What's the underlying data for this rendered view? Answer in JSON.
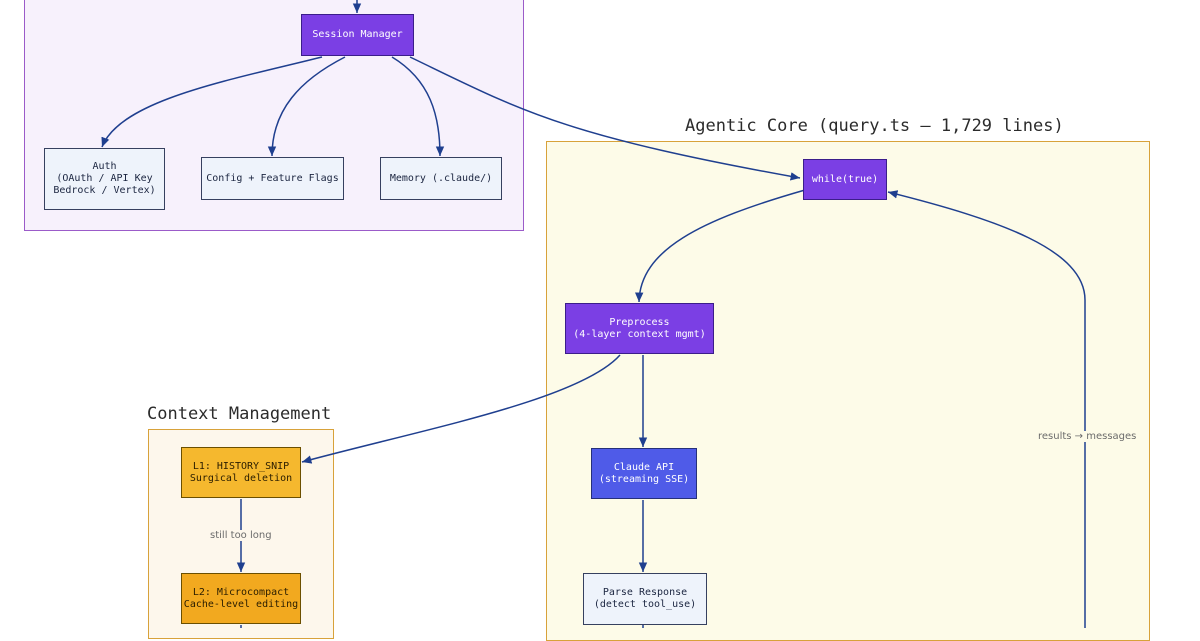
{
  "groups": {
    "session": {
      "title": ""
    },
    "agentic_core": {
      "title": "Agentic Core (query.ts — 1,729 lines)"
    },
    "context_management": {
      "title": "Context Management"
    }
  },
  "nodes": {
    "session_manager": "Session Manager",
    "auth": "Auth\n(OAuth / API Key\nBedrock / Vertex)",
    "config": "Config + Feature Flags",
    "memory": "Memory (.claude/)",
    "while_true": "while(true)",
    "preprocess": "Preprocess\n(4-layer context mgmt)",
    "claude_api": "Claude API\n(streaming SSE)",
    "parse_response": "Parse Response\n(detect tool_use)",
    "l1": "L1: HISTORY_SNIP\nSurgical deletion",
    "l2": "L2: Microcompact\nCache-level editing"
  },
  "edge_labels": {
    "still_too_long": "still too long",
    "results_messages": "results → messages"
  },
  "colors": {
    "purple_node": "#7b3fe4",
    "blue_node": "#4f5be8",
    "light_node": "#eef3fb",
    "amber_node": "#f5b82e",
    "arrow": "#1f3f8f",
    "session_group_fill": "#f7f1fc",
    "session_group_border": "#9b5bc9",
    "core_group_fill": "#fdfbe8",
    "core_group_border": "#d8a23a",
    "context_group_fill": "#fdf7ec",
    "context_group_border": "#d8a23a"
  }
}
